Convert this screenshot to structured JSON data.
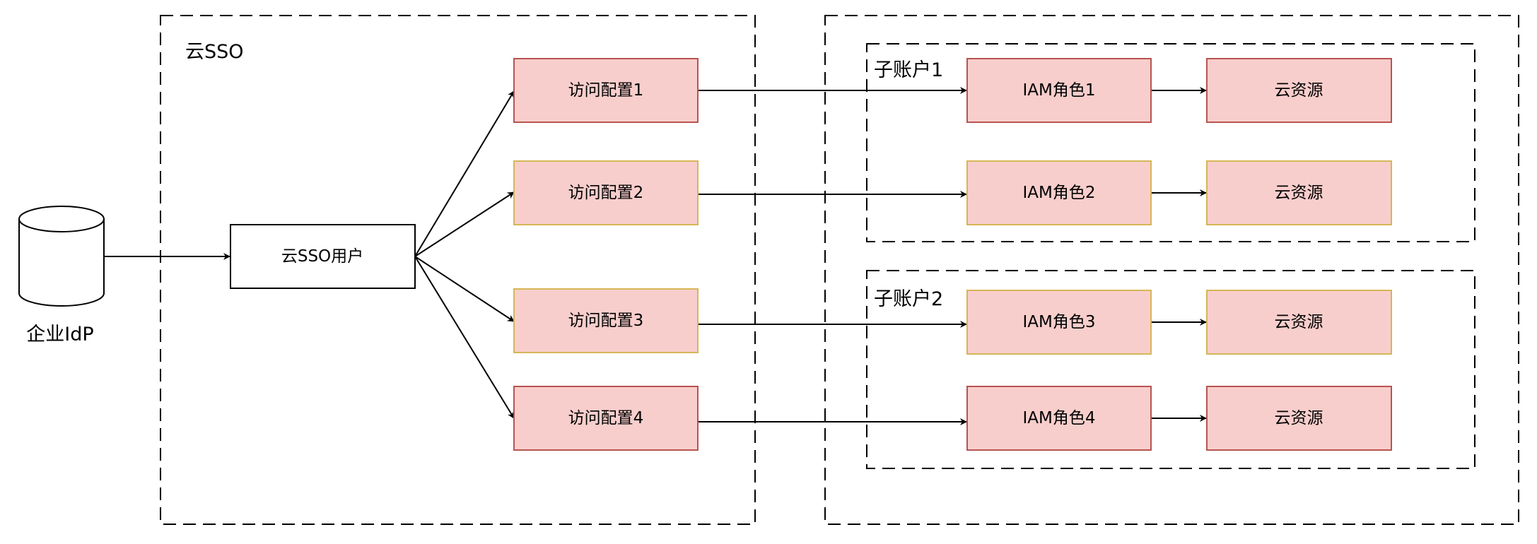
{
  "groups": {
    "cloud_sso": "云SSO",
    "sub_account_1": "子账户1",
    "sub_account_2": "子账户2"
  },
  "nodes": {
    "idp": "企业IdP",
    "sso_user": "云SSO用户",
    "access_configs": [
      "访问配置1",
      "访问配置2",
      "访问配置3",
      "访问配置4"
    ],
    "iam_roles": [
      "IAM角色1",
      "IAM角色2",
      "IAM角色3",
      "IAM角色4"
    ],
    "cloud_resources": [
      "云资源",
      "云资源",
      "云资源",
      "云资源"
    ]
  },
  "colors": {
    "box_fill": "#f8cecc",
    "box_border_red": "#b85450",
    "box_border_yellow": "#d6b656",
    "line": "#000000"
  }
}
